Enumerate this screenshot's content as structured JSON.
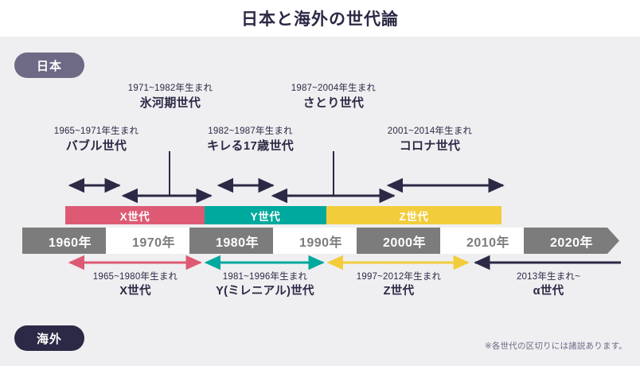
{
  "header": {
    "title": "日本と海外の世代論"
  },
  "badges": {
    "japan": "日本",
    "overseas": "海外"
  },
  "colors": {
    "panel_bg": "#EFEFF1",
    "ink": "#2B2945",
    "badge_japan": "#6E6A86",
    "badge_overseas": "#2B2945",
    "gen_x": "#DE5A74",
    "gen_y": "#00A99D",
    "gen_z": "#F2CC3B",
    "gen_alpha": "#2B2945",
    "year_gray": "#7C7C7C",
    "year_white": "#FFFFFF"
  },
  "japan_generations": [
    {
      "id": "bubble",
      "years": "1965~1971年生まれ",
      "name": "バブル世代"
    },
    {
      "id": "ice-age",
      "years": "1971~1982年生まれ",
      "name": "氷河期世代"
    },
    {
      "id": "kireru17",
      "years": "1982~1987年生まれ",
      "name": "キレる17歳世代"
    },
    {
      "id": "satori",
      "years": "1987~2004年生まれ",
      "name": "さとり世代"
    },
    {
      "id": "corona",
      "years": "2001~2014年生まれ",
      "name": "コロナ世代"
    }
  ],
  "generation_bar": [
    {
      "id": "x",
      "label": "X世代",
      "color": "#DE5A74"
    },
    {
      "id": "y",
      "label": "Y世代",
      "color": "#00A99D"
    },
    {
      "id": "z",
      "label": "Z世代",
      "color": "#F2CC3B"
    }
  ],
  "year_markers": [
    {
      "label": "1960年",
      "style": "gray"
    },
    {
      "label": "1970年",
      "style": "white"
    },
    {
      "label": "1980年",
      "style": "gray"
    },
    {
      "label": "1990年",
      "style": "white"
    },
    {
      "label": "2000年",
      "style": "gray"
    },
    {
      "label": "2010年",
      "style": "white"
    },
    {
      "label": "2020年",
      "style": "gray"
    }
  ],
  "overseas_generations": [
    {
      "id": "x",
      "years": "1965~1980年生まれ",
      "name": "X世代",
      "color": "#DE5A74"
    },
    {
      "id": "y",
      "years": "1981~1996年生まれ",
      "name": "Y(ミレニアル)世代",
      "color": "#00A99D"
    },
    {
      "id": "z",
      "years": "1997~2012年生まれ",
      "name": "Z世代",
      "color": "#F2CC3B"
    },
    {
      "id": "alpha",
      "years": "2013年生まれ~",
      "name": "α世代",
      "color": "#2B2945"
    }
  ],
  "footnote": "※各世代の区切りには諸説あります。"
}
